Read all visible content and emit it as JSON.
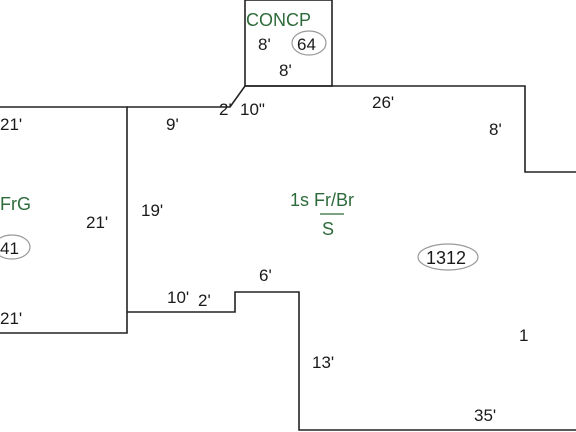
{
  "concp": {
    "label": "CONCP",
    "area": "64",
    "dim_left": "8'",
    "dim_bottom": "8'"
  },
  "garage": {
    "label": "FrG",
    "area": "41",
    "dim_top": "21'",
    "dim_right": "21'",
    "dim_bottom": "21'"
  },
  "main": {
    "label_top": "1s Fr/Br",
    "label_bottom": "S",
    "area": "1312",
    "marker": "1",
    "dims": {
      "top_left": "9'",
      "corner_a": "2'",
      "corner_b": "10\"",
      "top": "26'",
      "right_step": "8'",
      "left": "19'",
      "bottom_left": "10'",
      "bottom_notch": "2'",
      "notch_top": "6'",
      "notch_side": "13'",
      "bottom": "35'"
    }
  }
}
